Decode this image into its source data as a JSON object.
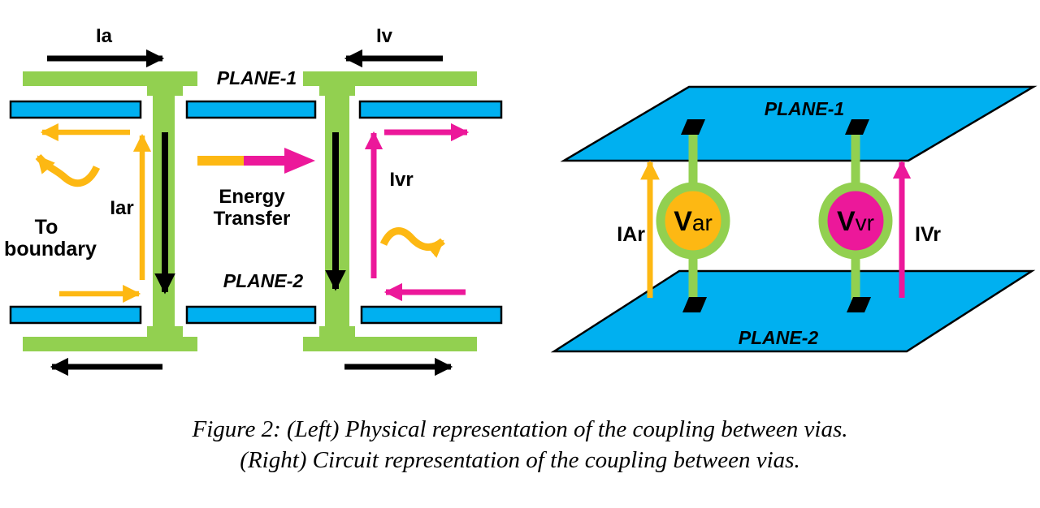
{
  "colors": {
    "green": "#92D050",
    "cyan": "#00B0F0",
    "yellow": "#FDB813",
    "magenta": "#EC189A",
    "black": "#000000"
  },
  "left": {
    "ia": "Ia",
    "iv": "Iv",
    "plane1": "PLANE-1",
    "plane2": "PLANE-2",
    "iar": "Iar",
    "ivr": "Ivr",
    "to1": "To",
    "to2": "boundary",
    "energy1": "Energy",
    "energy2": "Transfer"
  },
  "right": {
    "plane1": "PLANE-1",
    "plane2": "PLANE-2",
    "iar": "IAr",
    "ivr": "IVr",
    "var_v": "V",
    "var_sub": "ar",
    "vvr_v": "V",
    "vvr_sub": "vr"
  },
  "caption": {
    "line1": "Figure 2: (Left) Physical representation of the coupling between vias.",
    "line2": "(Right) Circuit representation of the coupling between vias."
  }
}
